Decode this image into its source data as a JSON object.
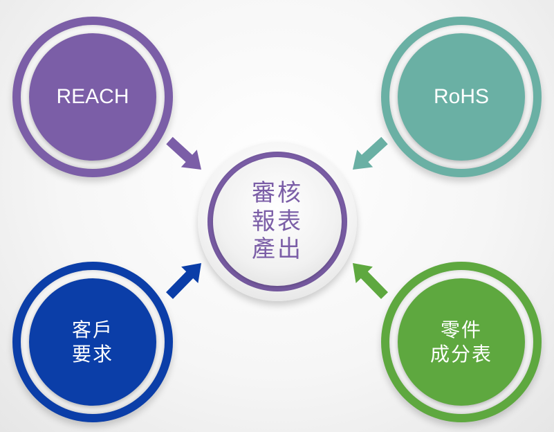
{
  "nodes": {
    "reach": {
      "lines": [
        "REACH"
      ],
      "color": "#7b5ea7"
    },
    "rohs": {
      "lines": [
        "RoHS"
      ],
      "color": "#6ab0a4"
    },
    "customer": {
      "lines": [
        "客戶",
        "要求"
      ],
      "color": "#0b3ea8"
    },
    "parts": {
      "lines": [
        "零件",
        "成分表"
      ],
      "color": "#5ea83f"
    },
    "center": {
      "lines": [
        "審核",
        "報表",
        "產出"
      ],
      "color": "#7b5ea7"
    }
  },
  "edges": [
    {
      "from": "reach",
      "to": "center",
      "color": "#7b5ea7"
    },
    {
      "from": "rohs",
      "to": "center",
      "color": "#6ab0a4"
    },
    {
      "from": "customer",
      "to": "center",
      "color": "#0b3ea8"
    },
    {
      "from": "parts",
      "to": "center",
      "color": "#5ea83f"
    }
  ]
}
